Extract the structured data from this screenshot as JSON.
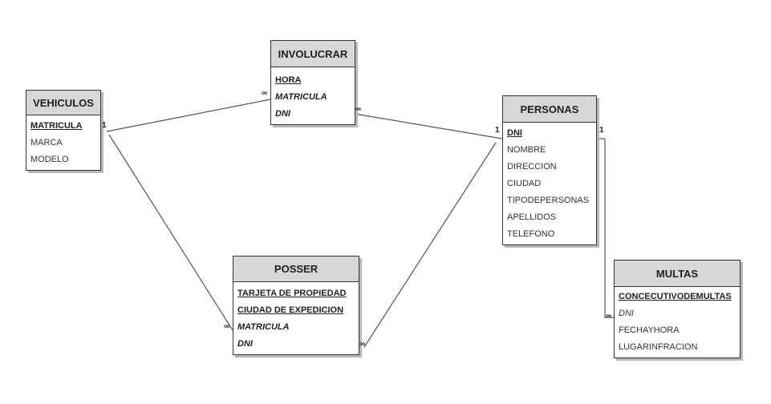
{
  "entities": {
    "vehiculos": {
      "title": "VEHICULOS",
      "attributes": [
        {
          "text": "MATRICULA",
          "kind": "pk"
        },
        {
          "text": "MARCA",
          "kind": "plain"
        },
        {
          "text": "MODELO",
          "kind": "plain"
        }
      ]
    },
    "involucrar": {
      "title": "INVOLUCRAR",
      "attributes": [
        {
          "text": "HORA",
          "kind": "pk"
        },
        {
          "text": "MATRICULA",
          "kind": "fk"
        },
        {
          "text": "DNI",
          "kind": "fk"
        }
      ]
    },
    "personas": {
      "title": "PERSONAS",
      "attributes": [
        {
          "text": "DNI",
          "kind": "pk"
        },
        {
          "text": "NOMBRE",
          "kind": "plain"
        },
        {
          "text": "DIRECCION",
          "kind": "plain"
        },
        {
          "text": "CIUDAD",
          "kind": "plain"
        },
        {
          "text": "TIPODEPERSONAS",
          "kind": "plain"
        },
        {
          "text": "APELLIDOS",
          "kind": "plain"
        },
        {
          "text": "TELEFONO",
          "kind": "plain"
        }
      ]
    },
    "posser": {
      "title": "POSSER",
      "attributes": [
        {
          "text": "TARJETA DE PROPIEDAD",
          "kind": "pk"
        },
        {
          "text": "CIUDAD DE EXPEDICION",
          "kind": "pk"
        },
        {
          "text": "MATRICULA",
          "kind": "fk"
        },
        {
          "text": "DNI",
          "kind": "fk"
        }
      ]
    },
    "multas": {
      "title": "MULTAS",
      "attributes": [
        {
          "text": "CONCECUTIVODEMULTAS",
          "kind": "pk"
        },
        {
          "text": "DNI",
          "kind": "it"
        },
        {
          "text": "FECHAYHORA",
          "kind": "plain"
        },
        {
          "text": "LUGARINFRACION",
          "kind": "plain"
        }
      ]
    }
  },
  "cardinality": {
    "one": "1",
    "many": "∞"
  }
}
